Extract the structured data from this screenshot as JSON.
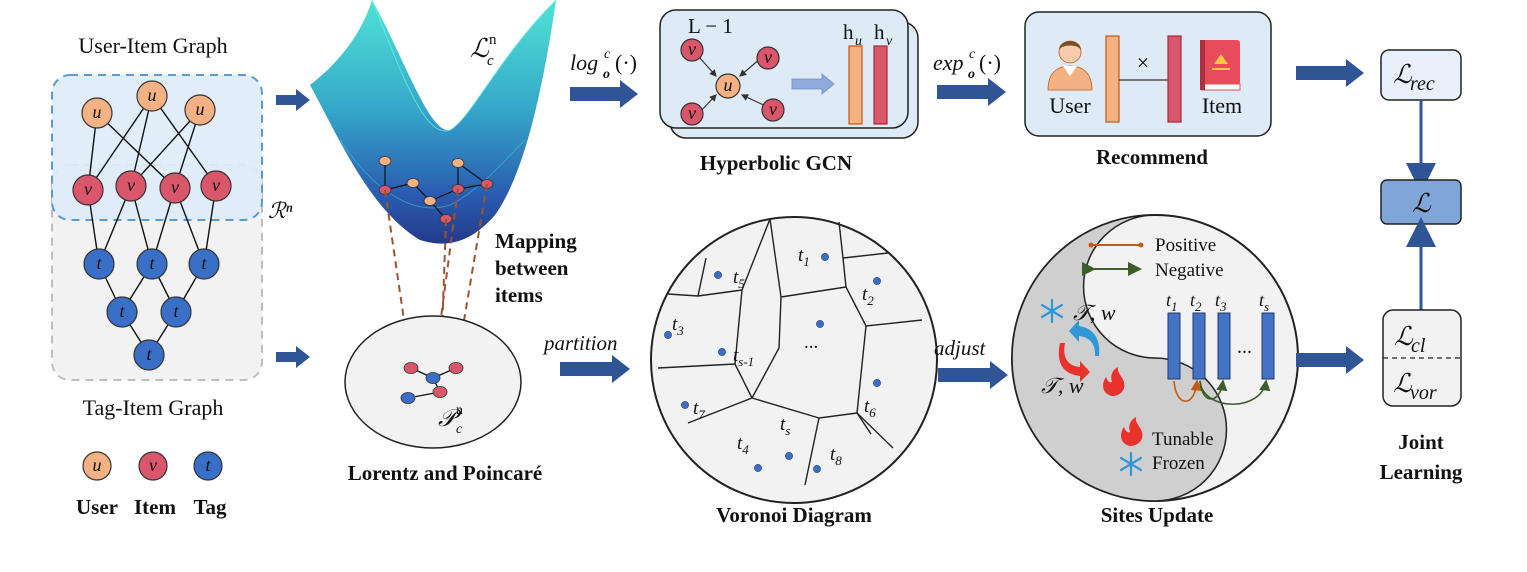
{
  "user_item_graph": {
    "title": "User-Item Graph",
    "user_label": "u",
    "item_label": "v",
    "space_label": "ℛⁿ"
  },
  "tag_item_graph": {
    "title": "Tag-Item Graph",
    "tag_label": "t"
  },
  "legend": {
    "user": "User",
    "item": "Item",
    "tag": "Tag",
    "user_symbol": "u",
    "item_symbol": "v",
    "tag_symbol": "t"
  },
  "manifold": {
    "lorentz_symbol": "ℒ",
    "lorentz_sup": "n",
    "lorentz_sub": "c",
    "poincare_symbol": "𝒫",
    "poincare_sup": "n",
    "poincare_sub": "c",
    "mapping_lines": [
      "Mapping",
      "between",
      "items"
    ],
    "caption": "Lorentz and Poincaré"
  },
  "operators": {
    "log": "log",
    "log_sub": "o",
    "log_sup": "c",
    "log_arg": "(·)",
    "exp": "exp",
    "exp_sub": "o",
    "exp_sup": "c",
    "exp_arg": "(·)",
    "partition": "partition",
    "adjust": "adjust"
  },
  "hyperbolic_gcn": {
    "layer_label": "L − 1",
    "hu": "h",
    "hu_sub": "u",
    "hv": "h",
    "hv_sub": "v",
    "center_node": "u",
    "neighbor_node": "v",
    "caption": "Hyperbolic GCN"
  },
  "recommend": {
    "user": "User",
    "item": "Item",
    "times": "×",
    "caption": "Recommend"
  },
  "voronoi": {
    "caption": "Voronoi Diagram",
    "sites": [
      "t1",
      "t5",
      "t2",
      "t3",
      "ts-1",
      "...",
      "t7",
      "t6",
      "t4",
      "ts",
      "t8"
    ]
  },
  "sites_update": {
    "caption": "Sites Update",
    "positive": "Positive",
    "negative": "Negative",
    "tw": "𝒯, w",
    "tunable": "Tunable",
    "frozen": "Frozen",
    "bars": [
      "t1",
      "t2",
      "t3",
      "ts"
    ],
    "ellipsis": "..."
  },
  "losses": {
    "rec": "rec",
    "total": "",
    "cl": "cl",
    "vor": "vor",
    "symbol": "ℒ",
    "caption_lines": [
      "Joint",
      "Learning"
    ]
  },
  "colors": {
    "user": "#f4b183",
    "item": "#d9566b",
    "tag": "#3a6fc8",
    "arrow": "#2f5597",
    "panel_fill": "#deebf7",
    "box_fill": "#e8f1fb",
    "loss_fill": "#7fa6d6"
  }
}
